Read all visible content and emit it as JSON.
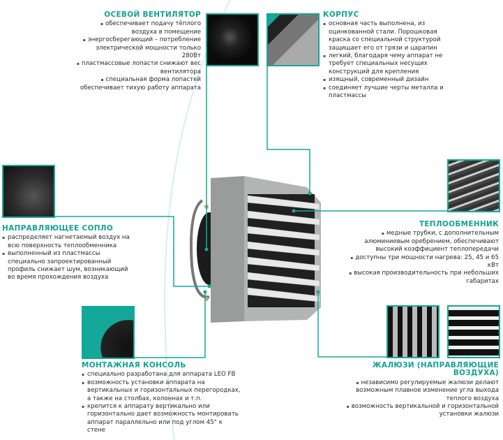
{
  "accent_color": "#14a898",
  "fan": {
    "title": "ОСЕВОЙ ВЕНТИЛЯТОР",
    "items": [
      "обеспечивает подачу тёплого воздуха в помещение",
      "энергосберегающий – потребление электрической мощности только 280Вт",
      "пластмассовые лопасти снижают вес вентилятора",
      "специальная форма лопастей обеспечивает тихую работу аппарата"
    ]
  },
  "housing": {
    "title": "КОРПУС",
    "items": [
      "основная часть выполнена, из оцинкованной стали. Порошковая краска со специальной структурой защищает его от грязи и царапин",
      "легкий, благодаря чему аппарат не требует специальных несущих конструкций для крепления",
      "изящный, современный дизайн",
      "соединяет лучшие черты металла и пластмассы"
    ]
  },
  "nozzle": {
    "title": "НАПРАВЛЯЮЩЕЕ СОПЛО",
    "items": [
      "распределяет нагнетаемый воздух на всю поверхность теплообменника",
      "выполненный из пластмассы специально запроектированный профиль снижает шум, возникающий во время прохождения воздуха"
    ]
  },
  "exchanger": {
    "title": "ТЕПЛООБМЕННИК",
    "items": [
      "медные трубки, с дополнительным алюминиевым оребрением, обеспечивают высокий коэффициент теплопередачи",
      "доступны три мощности нагрева: 25, 45 и 65 кВт",
      "высокая производительность при небольших габаритах"
    ]
  },
  "console": {
    "title": "МОНТАЖНАЯ КОНСОЛЬ",
    "items": [
      "специально разработана для аппарата LEO FB",
      "возможность установки аппарата на вертикальных и горизонтальных перегородках, а также на столбах, колоннах и т.п.",
      "крепится к аппарату вертикально или горизонтально дает возможность монтировать аппарат параллельно или под углом 45° к стене"
    ]
  },
  "louvers": {
    "title": "ЖАЛЮЗИ (НАПРАВЛЯЮЩИЕ ВОЗДУХА)",
    "items": [
      "независимо регулируемые жалюзи делают возможным плавное изменение угла выхода теплого воздуха",
      "возможность вертикальной и горизонтальной установки жалюзи"
    ]
  }
}
